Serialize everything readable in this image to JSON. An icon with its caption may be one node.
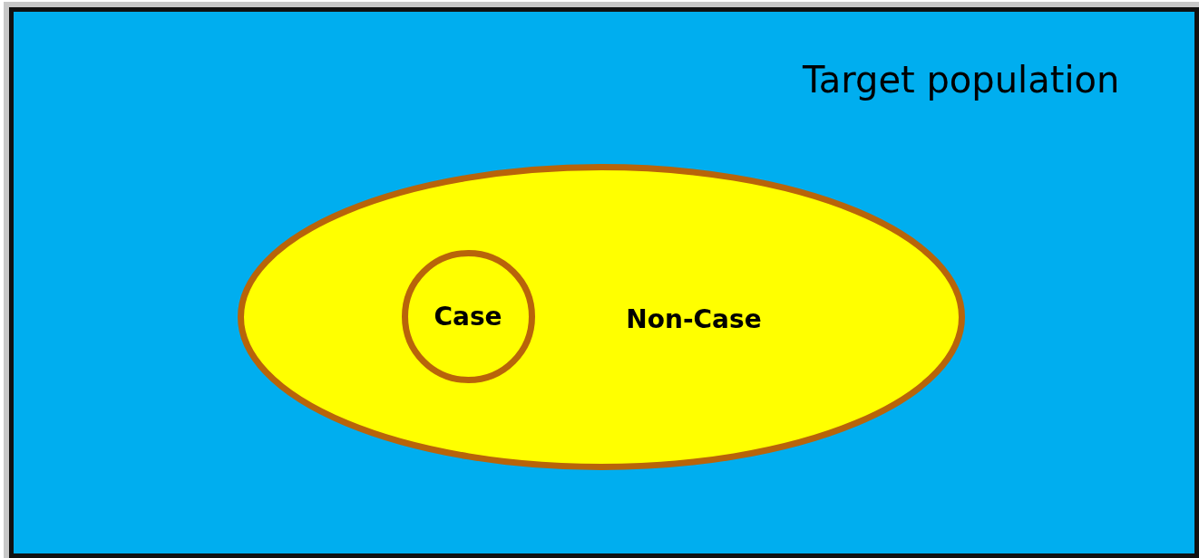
{
  "diagram": {
    "nodes": [
      {
        "text": [
          "Target population"
        ]
      },
      {
        "text": [
          "Non-Case"
        ],
        "in": 0
      },
      {
        "text": [
          "Case"
        ],
        "in": 1
      }
    ]
  }
}
